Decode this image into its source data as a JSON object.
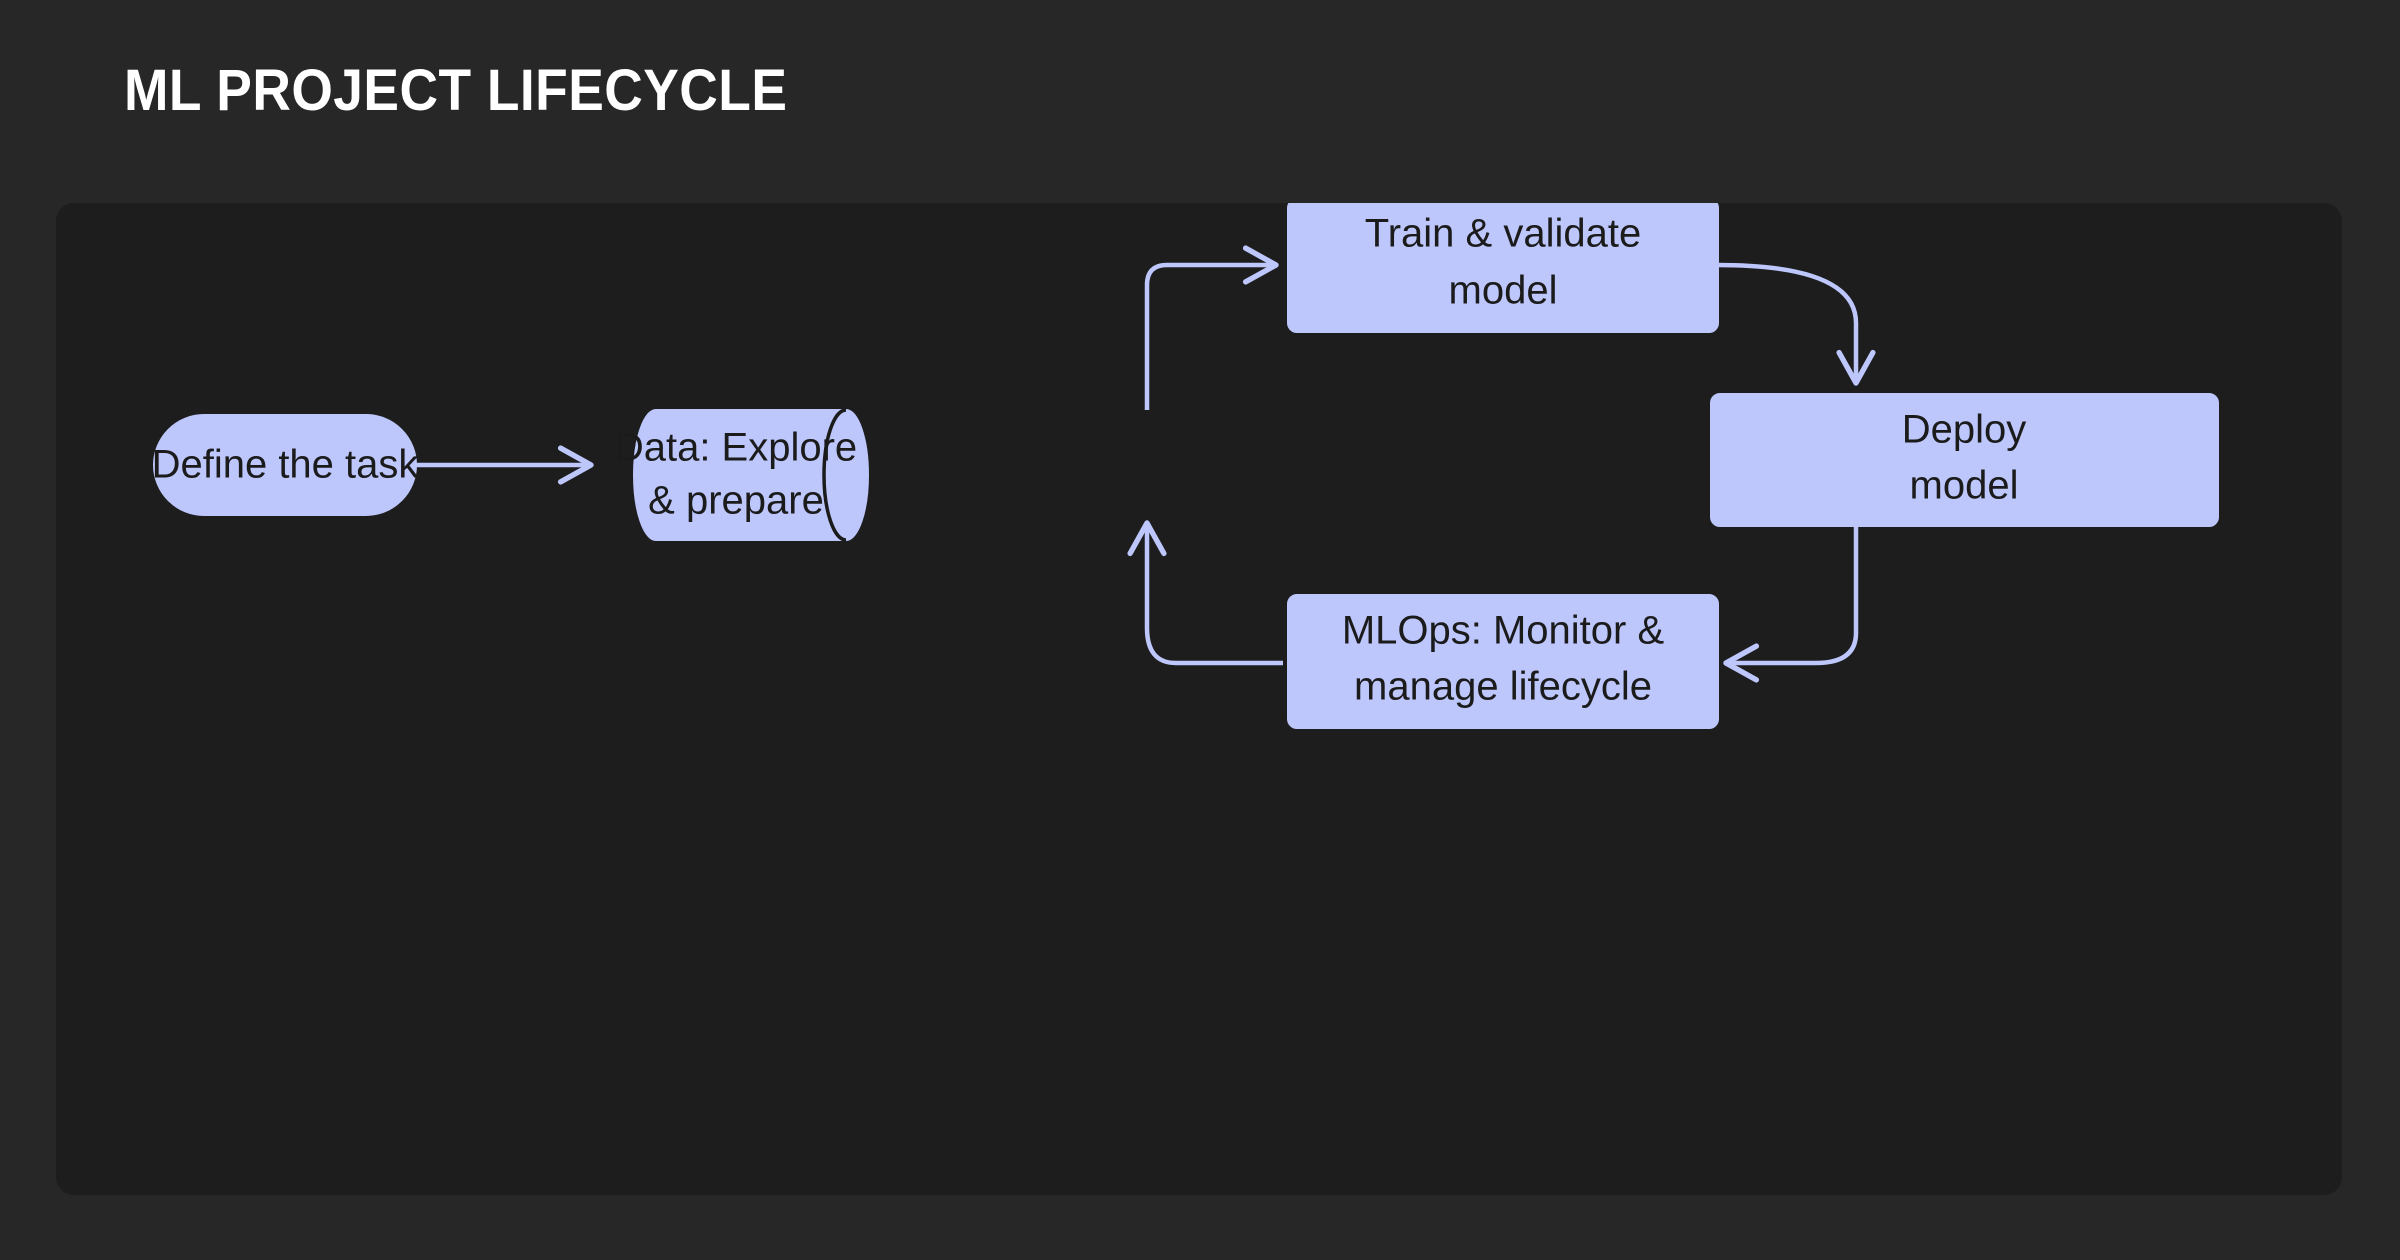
{
  "page": {
    "title": "ML PROJECT LIFECYCLE",
    "background_color": "#272727",
    "panel_color": "#1d1d1d",
    "title_color": "#ffffff"
  },
  "theme": {
    "node_fill": "#bdc7fc",
    "node_stroke": "#bdc7fc",
    "node_text_color": "#1b1b1b",
    "edge_color": "#bdc7fc",
    "cylinder_cap_stroke": "#1b1b1b"
  },
  "diagram": {
    "type": "flowchart",
    "direction": "left-to-right-with-cycle",
    "nodes": [
      {
        "id": "define",
        "shape": "stadium",
        "label_line1": "Define the task",
        "label_line2": ""
      },
      {
        "id": "data",
        "shape": "cylinder",
        "label_line1": "Data: Explore",
        "label_line2": "& prepare"
      },
      {
        "id": "train",
        "shape": "rounded-rect",
        "label_line1": "Train & validate",
        "label_line2": "model"
      },
      {
        "id": "deploy",
        "shape": "rounded-rect",
        "label_line1": "Deploy",
        "label_line2": "model"
      },
      {
        "id": "mlops",
        "shape": "rounded-rect",
        "label_line1": "MLOps: Monitor &",
        "label_line2": "manage lifecycle"
      }
    ],
    "edges": [
      {
        "from": "define",
        "to": "data",
        "label": ""
      },
      {
        "from": "data",
        "to": "train",
        "label": ""
      },
      {
        "from": "train",
        "to": "deploy",
        "label": ""
      },
      {
        "from": "deploy",
        "to": "mlops",
        "label": ""
      },
      {
        "from": "mlops",
        "to": "data",
        "label": ""
      }
    ]
  }
}
